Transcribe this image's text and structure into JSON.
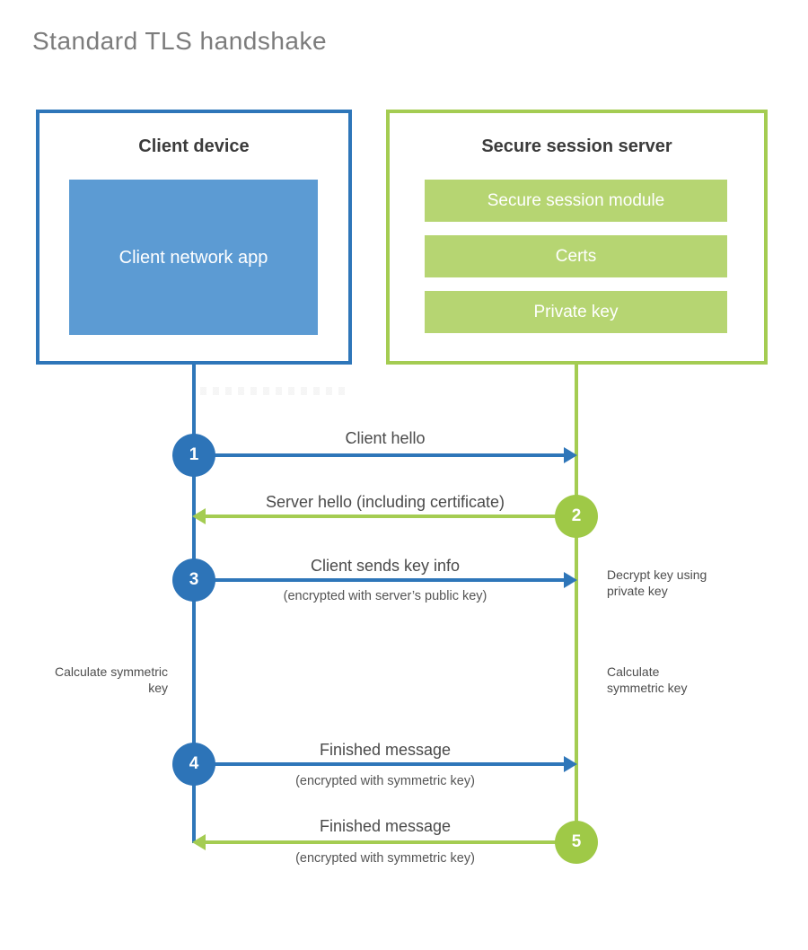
{
  "title": "Standard TLS handshake",
  "colors": {
    "client_accent": "#2e76b9",
    "client_fill": "#5c9bd3",
    "server_accent": "#a4cc52",
    "server_fill": "#b6d572",
    "server_circle": "#9fc947",
    "text_dark": "#3b3b3b",
    "text_label": "#4a4a4a",
    "title_gray": "#7c7c7c"
  },
  "client": {
    "title": "Client device",
    "app_label": "Client network app"
  },
  "server": {
    "title": "Secure session server",
    "modules": [
      "Secure session module",
      "Certs",
      "Private key"
    ]
  },
  "steps": [
    {
      "number": "1",
      "actor": "client",
      "direction": "right",
      "label": "Client hello",
      "sublabel": ""
    },
    {
      "number": "2",
      "actor": "server",
      "direction": "left",
      "label": "Server hello (including certificate)",
      "sublabel": ""
    },
    {
      "number": "3",
      "actor": "client",
      "direction": "right",
      "label": "Client sends key info",
      "sublabel": "(encrypted with server’s public key)"
    },
    {
      "number": "4",
      "actor": "client",
      "direction": "right",
      "label": "Finished message",
      "sublabel": "(encrypted with symmetric key)"
    },
    {
      "number": "5",
      "actor": "server",
      "direction": "left",
      "label": "Finished message",
      "sublabel": "(encrypted with symmetric key)"
    }
  ],
  "notes": {
    "decrypt": "Decrypt key using private key",
    "calc_left": "Calculate symmetric key",
    "calc_right": "Calculate symmetric key"
  }
}
